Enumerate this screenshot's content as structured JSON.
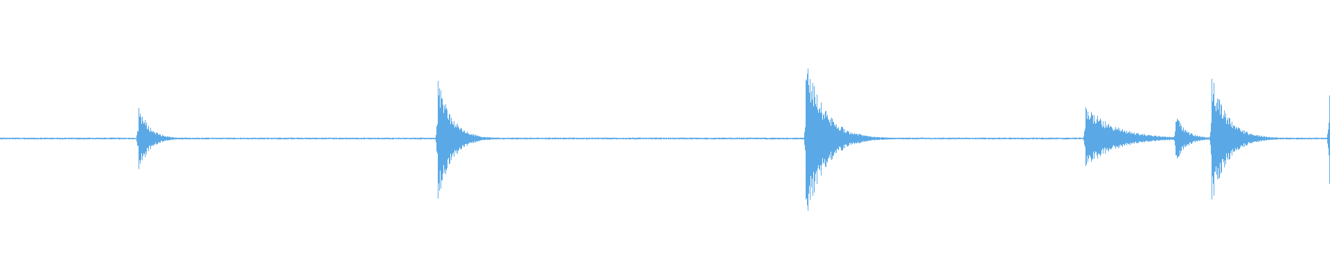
{
  "waveform": {
    "color": "#5aa9e6",
    "transients": [
      {
        "time": 0.1037,
        "peak_up": 0.26,
        "peak_down": 0.26,
        "decay": 0.008
      },
      {
        "time": 0.3287,
        "peak_up": 0.48,
        "peak_down": 0.5,
        "decay": 0.01
      },
      {
        "time": 0.6057,
        "peak_up": 0.6,
        "peak_down": 0.62,
        "decay": 0.014
      },
      {
        "time": 0.8157,
        "peak_up": 0.25,
        "peak_down": 0.22,
        "decay": 0.022
      },
      {
        "time": 0.8836,
        "peak_up": 0.18,
        "peak_down": 0.18,
        "decay": 0.008
      },
      {
        "time": 0.9107,
        "peak_up": 0.47,
        "peak_down": 0.48,
        "decay": 0.012
      },
      {
        "time": 0.999,
        "peak_up": 0.38,
        "peak_down": 0.4,
        "decay": 0.005
      }
    ]
  }
}
